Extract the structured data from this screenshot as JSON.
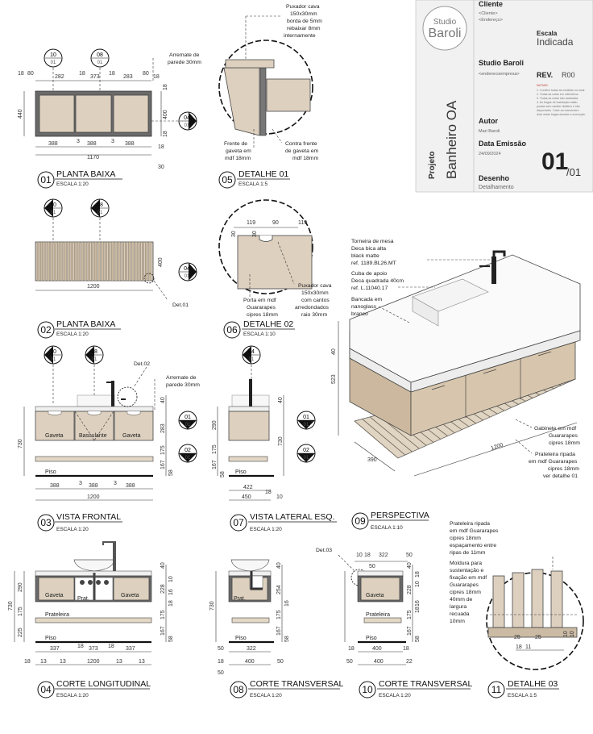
{
  "title_block": {
    "logo_top": "Studio",
    "logo_bottom": "Baroli",
    "cliente_label": "Cliente",
    "cliente_value": "<Cliente>",
    "endereco_value": "<Endereço>",
    "escala_label": "Escala",
    "escala_value": "Indicada",
    "studio_label": "Studio Baroli",
    "endereco_empresa": "<enderecoempresa>",
    "rev_label": "REV.",
    "rev_value": "R00",
    "notas_title": "NOTAS:",
    "notas": [
      "1. Conferir todas as medidas no local.",
      "2. Todas as cotas em milímetros.",
      "3. Todas as cotas são acabadas.",
      "4. As folgas de instalação estão",
      "postas sem caráter didático e são",
      "disponíveis. Cabe ao marceneiro",
      "dirar estas folgas durante a execução."
    ],
    "projeto_label": "Projeto",
    "projeto_value": "Banheiro OA",
    "autor_label": "Autor",
    "autor_value": "Mari Baroli",
    "data_label": "Data Emissão",
    "data_value": "24/09/2024",
    "desenho_label": "Desenho",
    "desenho_value": "Detalhamento",
    "sheet_number": "01",
    "sheet_total": "/01"
  },
  "views": {
    "v01": {
      "num": "01",
      "title": "PLANTA BAIXA",
      "scale": "ESCALA 1:20"
    },
    "v02": {
      "num": "02",
      "title": "PLANTA BAIXA",
      "scale": "ESCALA 1:20"
    },
    "v03": {
      "num": "03",
      "title": "VISTA FRONTAL",
      "scale": "ESCALA 1:20"
    },
    "v04": {
      "num": "04",
      "title": "CORTE LONGITUDINAL",
      "scale": "ESCALA 1:20"
    },
    "v05": {
      "num": "05",
      "title": "DETALHE 01",
      "scale": "ESCALA 1:5"
    },
    "v06": {
      "num": "06",
      "title": "DETALHE 02",
      "scale": "ESCALA 1:10"
    },
    "v07": {
      "num": "07",
      "title": "VISTA LATERAL ESQ.",
      "scale": "ESCALA 1:20"
    },
    "v08": {
      "num": "08",
      "title": "CORTE TRANSVERSAL",
      "scale": "ESCALA 1:20"
    },
    "v09": {
      "num": "09",
      "title": "PERSPECTIVA",
      "scale": "ESCALA 1:10"
    },
    "v10": {
      "num": "10",
      "title": "CORTE TRANSVERSAL",
      "scale": "ESCALA 1:20"
    },
    "v11": {
      "num": "11",
      "title": "DETALHE 03",
      "scale": "ESCALA 1:5"
    }
  },
  "markers": {
    "m10": "10",
    "m01": "01",
    "m08": "08",
    "m04": "04",
    "m02": "02"
  },
  "annotations": {
    "arremate": "Arremate de parede 30mm",
    "arremate_l1": "Arremate de",
    "arremate_l2": "parede 30mm",
    "puxador_cava_l1": "Puxador cava",
    "puxador_cava_l2": "150x30mm",
    "puxador_cava_l3": "borda de 5mm",
    "puxador_cava_l4": "rebaixar 8mm",
    "puxador_cava_l5": "internamente",
    "frente_gaveta_l1": "Frente de",
    "frente_gaveta_l2": "gaveta em",
    "frente_gaveta_l3": "mdf 18mm",
    "contra_frente_l1": "Contra frente",
    "contra_frente_l2": "de gaveta em",
    "contra_frente_l3": "mdf 18mm",
    "porta_l1": "Porta em mdf",
    "porta_l2": "Guararapes",
    "porta_l3": "cipres 18mm",
    "puxador2_l1": "Puxador cava",
    "puxador2_l2": "150x30mm",
    "puxador2_l3": "com cantos",
    "puxador2_l4": "arredondados",
    "puxador2_l5": "raio 30mm",
    "det01": "Det.01",
    "det02": "Det.02",
    "det03": "Det.03",
    "torneira_l1": "Torneira de mesa",
    "torneira_l2": "Deca bica alta",
    "torneira_l3": "black matte",
    "torneira_l4": "ref. 1189.BL26.MT",
    "cuba_l1": "Cuba de apoio",
    "cuba_l2": "Deca quadrada 40cm",
    "cuba_l3": "ref. L.11040.17",
    "bancada_l1": "Bancada em",
    "bancada_l2": "nanoglass",
    "bancada_l3": "branco",
    "gabinete_l1": "Gabinete em mdf",
    "gabinete_l2": "Guararapes",
    "gabinete_l3": "cipres 18mm",
    "prat_rip_l1": "Prateleira ripada",
    "prat_rip_l2": "em mdf Guararapes",
    "prat_rip_l3": "cipres 18mm",
    "prat_rip_l4": "ver detalhe 01",
    "d03_a1": "Prateleira ripada",
    "d03_a2": "em mdf Guararapes",
    "d03_a3": "cipres 18mm",
    "d03_a4": "espaçamento entre",
    "d03_a5": "ripas de 11mm",
    "d03_b1": "Moldura para",
    "d03_b2": "sustentação e",
    "d03_b3": "fixação em mdf",
    "d03_b4": "Guararapes",
    "d03_b5": "cipres 18mm",
    "d03_b6": "40mm de",
    "d03_b7": "largura",
    "d03_b8": "recuada",
    "d03_b9": "10mm",
    "gaveta": "Gaveta",
    "basculante": "Basculante",
    "piso": "Piso",
    "prat": "Prat.",
    "prateleira": "Prateleira"
  },
  "dims": {
    "v01_top": [
      "18",
      "80",
      "282",
      "18",
      "373",
      "18",
      "283",
      "80",
      "18"
    ],
    "v01_bottom": [
      "388",
      "3",
      "388",
      "3",
      "388"
    ],
    "v01_total": "1170",
    "v01_left": "440",
    "v01_right": [
      "18",
      "400",
      "18"
    ],
    "v01_bot2": [
      "18",
      "30"
    ],
    "v02_total": "1200",
    "v02_right": "400",
    "v03_bottom": [
      "388",
      "3",
      "388",
      "3",
      "388"
    ],
    "v03_total": "1200",
    "v03_left": "730",
    "v03_right": [
      "40",
      "283",
      "175",
      "167",
      "58"
    ],
    "v07_left": [
      "290",
      "175",
      "167"
    ],
    "v07_right": [
      "40",
      "730"
    ],
    "v07_bottom": [
      "422",
      "450",
      "18",
      "10"
    ],
    "v07_58": "58",
    "v05_dims": [
      "119",
      "90",
      "119",
      "30",
      "30"
    ],
    "v04_left": [
      "290",
      "175",
      "225"
    ],
    "v04_right": [
      "40",
      "228",
      "10",
      "16",
      "18",
      "175",
      "167",
      "58"
    ],
    "v04_bottom": [
      "337",
      "18",
      "373",
      "18",
      "337"
    ],
    "v04_bottom2": [
      "13",
      "13",
      "13",
      "13"
    ],
    "v04_total": "1200",
    "v04_730": "730",
    "v08_left": "730",
    "v08_right": [
      "40",
      "254",
      "16",
      "175",
      "167",
      "58"
    ],
    "v08_bottom": [
      "50",
      "322",
      "18",
      "400",
      "50"
    ],
    "v10_top": [
      "10",
      "18",
      "322",
      "50"
    ],
    "v10_right": [
      "40",
      "228",
      "18",
      "10",
      "16",
      "18",
      "175",
      "167",
      "58"
    ],
    "v10_bottom": [
      "18",
      "400",
      "18"
    ],
    "v10_bot2": [
      "50",
      "400",
      "22"
    ],
    "v09_h": "523",
    "v09_40": "40",
    "v09_w": "1200",
    "v09_d": "390",
    "v11_dims": [
      "25",
      "25",
      "11",
      "18",
      "10",
      "10"
    ]
  }
}
